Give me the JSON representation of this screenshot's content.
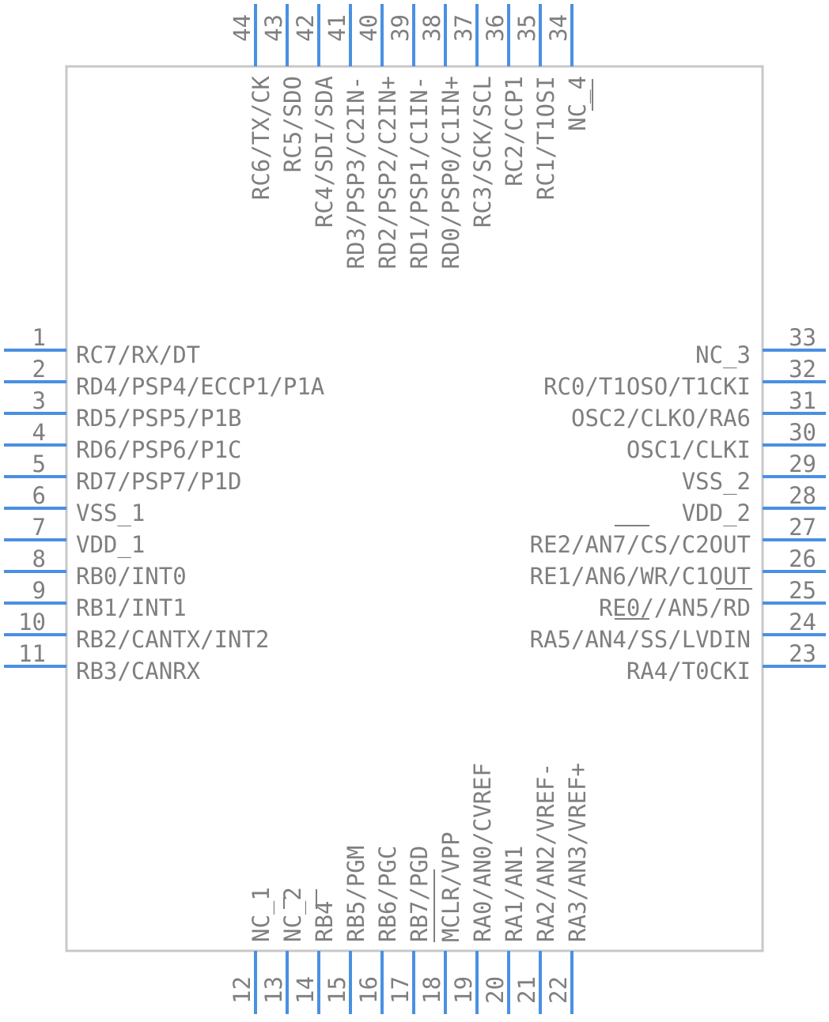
{
  "colors": {
    "body_outline": "#c8c8c8",
    "pin": "#4a90e2",
    "text": "#7f7f7f"
  },
  "pins": {
    "left": [
      {
        "num": "1",
        "name": "RC7/RX/DT"
      },
      {
        "num": "2",
        "name": "RD4/PSP4/ECCP1/P1A"
      },
      {
        "num": "3",
        "name": "RD5/PSP5/P1B"
      },
      {
        "num": "4",
        "name": "RD6/PSP6/P1C"
      },
      {
        "num": "5",
        "name": "RD7/PSP7/P1D"
      },
      {
        "num": "6",
        "name": "VSS_1"
      },
      {
        "num": "7",
        "name": "VDD_1"
      },
      {
        "num": "8",
        "name": "RB0/INT0"
      },
      {
        "num": "9",
        "name": "RB1/INT1"
      },
      {
        "num": "10",
        "name": "RB2/CANTX/INT2"
      },
      {
        "num": "11",
        "name": "RB3/CANRX"
      }
    ],
    "bottom": [
      {
        "num": "12",
        "name": "NC_1"
      },
      {
        "num": "13",
        "name": "NC_2"
      },
      {
        "num": "14",
        "name": "RB4"
      },
      {
        "num": "15",
        "name": "RB5/PGM"
      },
      {
        "num": "16",
        "name": "RB6/PGC"
      },
      {
        "num": "17",
        "name": "RB7/PGD"
      },
      {
        "num": "18",
        "name": "MCLR/VPP"
      },
      {
        "num": "19",
        "name": "RA0/AN0/CVREF"
      },
      {
        "num": "20",
        "name": "RA1/AN1"
      },
      {
        "num": "21",
        "name": "RA2/AN2/VREF-"
      },
      {
        "num": "22",
        "name": "RA3/AN3/VREF+"
      }
    ],
    "right": [
      {
        "num": "23",
        "name": "RA4/T0CKI"
      },
      {
        "num": "24",
        "name": "RA5/AN4/SS/LVDIN"
      },
      {
        "num": "25",
        "name": "RE0//AN5/RD"
      },
      {
        "num": "26",
        "name": "RE1/AN6/WR/C1OUT"
      },
      {
        "num": "27",
        "name": "RE2/AN7/CS/C2OUT"
      },
      {
        "num": "28",
        "name": "VDD_2"
      },
      {
        "num": "29",
        "name": "VSS_2"
      },
      {
        "num": "30",
        "name": "OSC1/CLKI"
      },
      {
        "num": "31",
        "name": "OSC2/CLKO/RA6"
      },
      {
        "num": "32",
        "name": "RC0/T1OSO/T1CKI"
      },
      {
        "num": "33",
        "name": "NC_3"
      }
    ],
    "top": [
      {
        "num": "34",
        "name": "NC_4"
      },
      {
        "num": "35",
        "name": "RC1/T1OSI"
      },
      {
        "num": "36",
        "name": "RC2/CCP1"
      },
      {
        "num": "37",
        "name": "RC3/SCK/SCL"
      },
      {
        "num": "38",
        "name": "RD0/PSP0/C1IN+"
      },
      {
        "num": "39",
        "name": "RD1/PSP1/C1IN-"
      },
      {
        "num": "40",
        "name": "RD2/PSP2/C2IN+"
      },
      {
        "num": "41",
        "name": "RD3/PSP3/C2IN-"
      },
      {
        "num": "42",
        "name": "RC4/SDI/SDA"
      },
      {
        "num": "43",
        "name": "RC5/SDO"
      },
      {
        "num": "44",
        "name": "RC6/TX/CK"
      }
    ]
  }
}
